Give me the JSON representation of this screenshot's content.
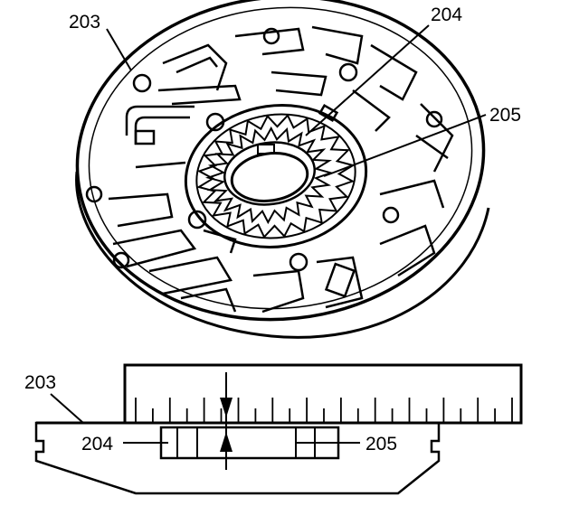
{
  "labels": {
    "housing": "203",
    "inner_gear": "204",
    "outer_gear": "205"
  },
  "gear": {
    "outer_ring_teeth": 24,
    "inner_gear_teeth": 24
  },
  "gauge": {
    "tick_count": 23
  }
}
